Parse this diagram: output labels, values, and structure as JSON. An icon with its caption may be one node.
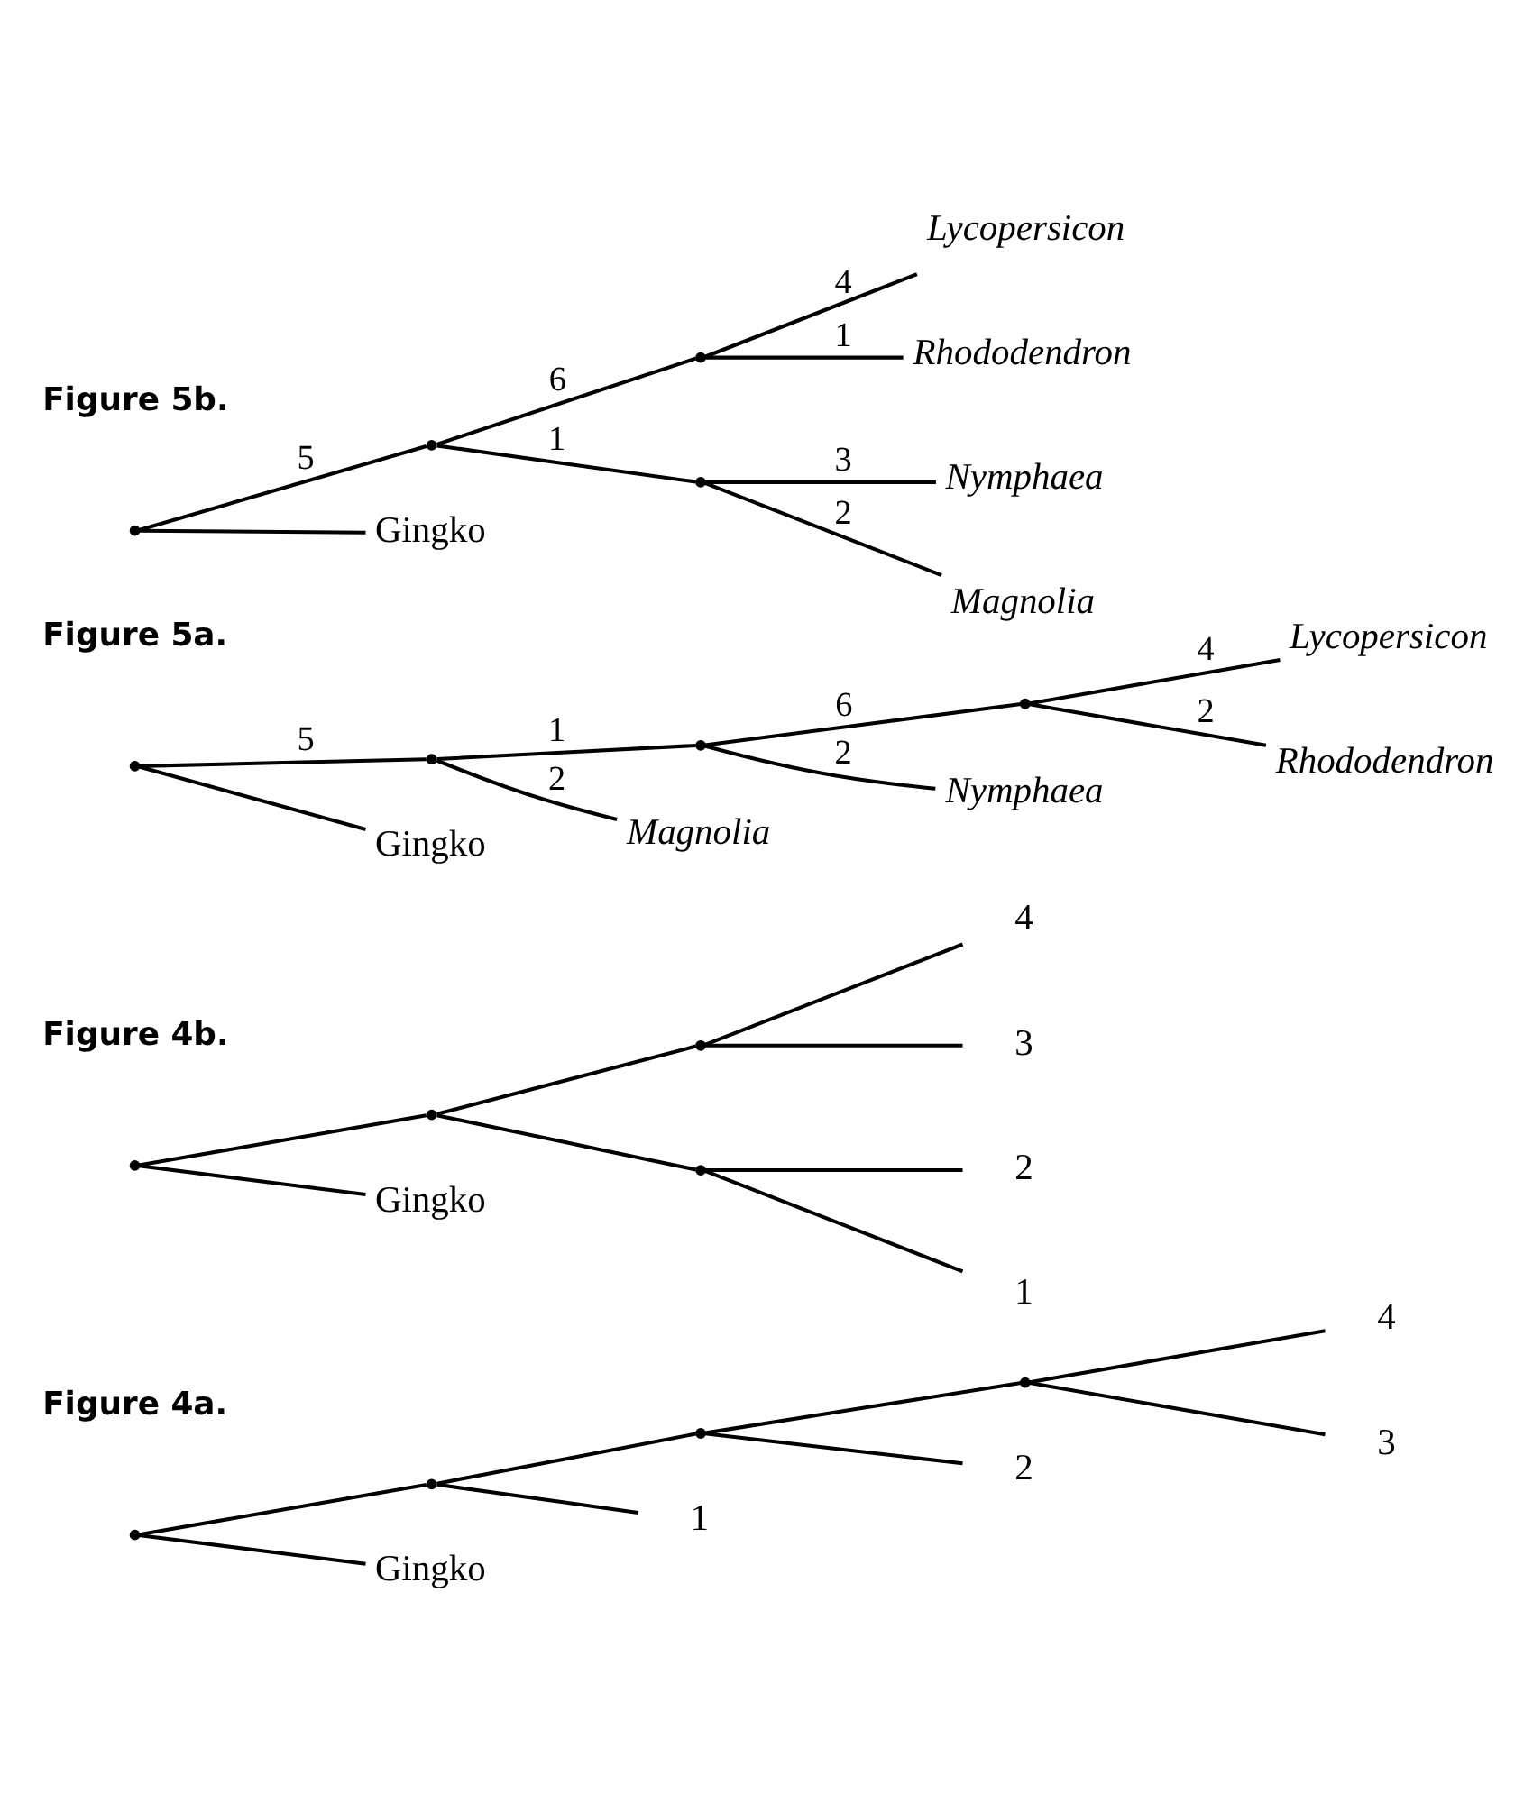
{
  "diagram": {
    "nodes": [
      {
        "text": [],
        "shape": "point"
      },
      {
        "text": [],
        "shape": "point"
      },
      {
        "text": [],
        "shape": "point"
      },
      {
        "text": [],
        "shape": "point"
      },
      {
        "text": [
          "4"
        ]
      },
      {
        "text": [
          "3"
        ]
      },
      {
        "text": [
          "2"
        ]
      },
      {
        "text": [
          "1"
        ]
      },
      {
        "text": [
          "Gingko"
        ]
      },
      {
        "text": [],
        "shape": "point"
      },
      {
        "text": [],
        "shape": "point"
      },
      {
        "text": [],
        "shape": "point"
      },
      {
        "text": [],
        "shape": "point"
      },
      {
        "text": [
          "4"
        ]
      },
      {
        "text": [
          "3"
        ]
      },
      {
        "text": [
          "2"
        ]
      },
      {
        "text": [
          "1"
        ]
      },
      {
        "text": [
          "Gingko"
        ]
      },
      {
        "text": [],
        "shape": "point"
      },
      {
        "text": [],
        "shape": "point"
      },
      {
        "text": [],
        "shape": "point"
      },
      {
        "text": [],
        "shape": "point"
      },
      {
        "text": [
          "Lycopersicon"
        ]
      },
      {
        "text": [
          "Rhododendron"
        ]
      },
      {
        "text": [
          "Nymphaea"
        ]
      },
      {
        "text": [
          "Magnolia"
        ]
      },
      {
        "text": [
          "Gingko"
        ]
      },
      {
        "text": [],
        "shape": "point"
      },
      {
        "text": [],
        "shape": "point"
      },
      {
        "text": [],
        "shape": "point"
      },
      {
        "text": [],
        "shape": "point"
      },
      {
        "text": [
          "Lycopersicon"
        ]
      },
      {
        "text": [
          "Rhododendron"
        ]
      },
      {
        "text": [
          "Nymphaea"
        ]
      },
      {
        "text": [
          "Magnolia"
        ]
      },
      {
        "text": [
          "Gingko"
        ]
      }
    ],
    "edges": [
      {
        "from": 0,
        "to": 1,
        "arrow": "none"
      },
      {
        "from": 0,
        "to": 8,
        "arrow": "none"
      },
      {
        "from": 1,
        "to": 2,
        "arrow": "none"
      },
      {
        "from": 1,
        "to": 7,
        "arrow": "none"
      },
      {
        "from": 2,
        "to": 3,
        "arrow": "none"
      },
      {
        "from": 2,
        "to": 6,
        "arrow": "none"
      },
      {
        "from": 3,
        "to": 4,
        "arrow": "none"
      },
      {
        "from": 3,
        "to": 5,
        "arrow": "none"
      },
      {
        "from": 9,
        "to": 10,
        "arrow": "none"
      },
      {
        "from": 9,
        "to": 17,
        "arrow": "none"
      },
      {
        "from": 10,
        "to": 11,
        "arrow": "none"
      },
      {
        "from": 10,
        "to": 12,
        "arrow": "none"
      },
      {
        "from": 11,
        "to": 13,
        "arrow": "none"
      },
      {
        "from": 11,
        "to": 14,
        "arrow": "none"
      },
      {
        "from": 12,
        "to": 15,
        "arrow": "none"
      },
      {
        "from": 12,
        "to": 16,
        "arrow": "none"
      },
      {
        "from": 18,
        "to": 19,
        "arrow": "none",
        "label": "5"
      },
      {
        "from": 18,
        "to": 26,
        "arrow": "none"
      },
      {
        "from": 19,
        "to": 20,
        "arrow": "none",
        "label": "1"
      },
      {
        "from": 19,
        "to": 25,
        "arrow": "none",
        "label": "2"
      },
      {
        "from": 20,
        "to": 21,
        "arrow": "none",
        "label": "6"
      },
      {
        "from": 20,
        "to": 24,
        "arrow": "none",
        "label": "2"
      },
      {
        "from": 21,
        "to": 22,
        "arrow": "none",
        "label": "4"
      },
      {
        "from": 21,
        "to": 23,
        "arrow": "none",
        "label": "2"
      },
      {
        "from": 27,
        "to": 28,
        "arrow": "none",
        "label": "5"
      },
      {
        "from": 27,
        "to": 35,
        "arrow": "none"
      },
      {
        "from": 28,
        "to": 29,
        "arrow": "none",
        "label": "6"
      },
      {
        "from": 28,
        "to": 30,
        "arrow": "none",
        "label": "1"
      },
      {
        "from": 29,
        "to": 31,
        "arrow": "none",
        "label": "4"
      },
      {
        "from": 29,
        "to": 32,
        "arrow": "none",
        "label": "1"
      },
      {
        "from": 30,
        "to": 33,
        "arrow": "none",
        "label": "3"
      },
      {
        "from": 30,
        "to": 34,
        "arrow": "none",
        "label": "2"
      }
    ],
    "labels": [
      "Figure 4a.",
      "Figure 4b.",
      "Figure 5a.",
      "Figure 5b."
    ]
  }
}
